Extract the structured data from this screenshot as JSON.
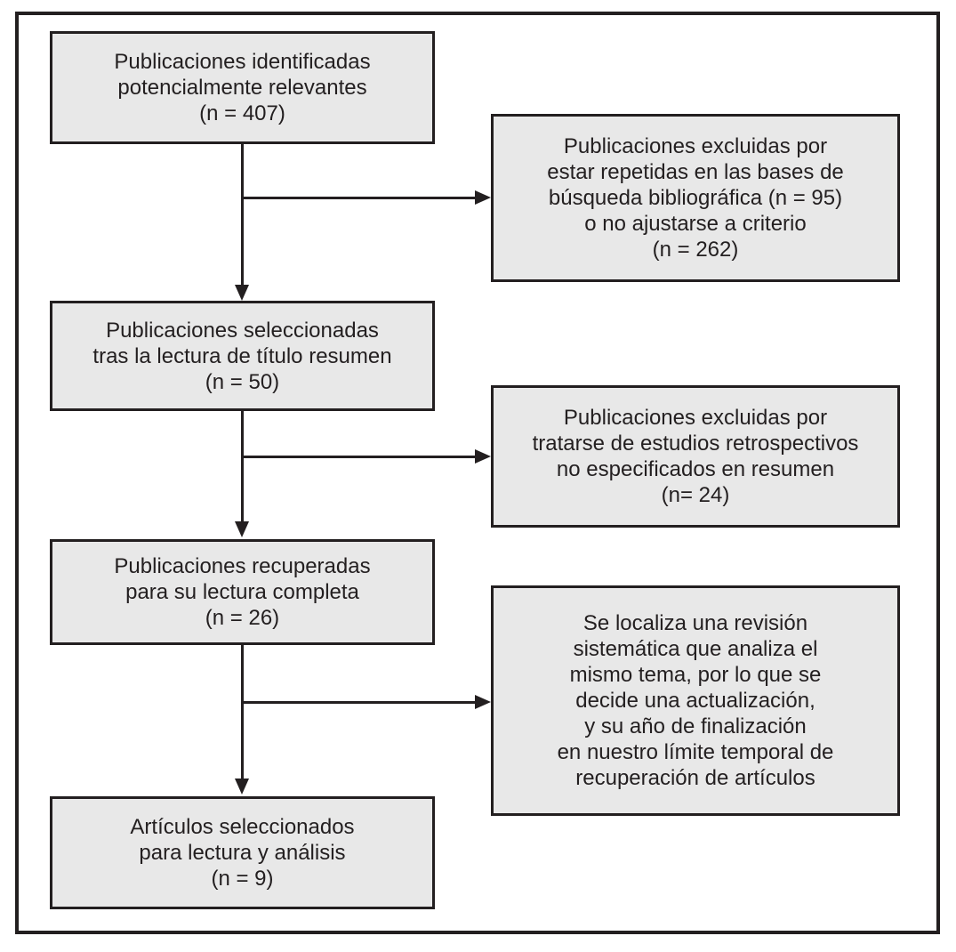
{
  "figure": {
    "type": "flow-diagram",
    "language": "es",
    "colors": {
      "background": "#ffffff",
      "box_fill": "#e8e8e8",
      "box_border": "#231f20",
      "line": "#231f20",
      "text": "#231f20"
    }
  },
  "boxes": {
    "identified": "Publicaciones identificadas\npotencialmente relevantes\n(n = 407)",
    "excluded_duplicates": "Publicaciones excluidas por\nestar repetidas en las bases de\nbúsqueda bibliográfica (n = 95)\no no ajustarse a criterio\n(n = 262)",
    "selected_title_abstract": "Publicaciones seleccionadas\ntras la lectura de título resumen\n(n = 50)",
    "excluded_retrospective": "Publicaciones excluidas por\ntratarse de estudios retrospectivos\nno especificados en resumen\n(n= 24)",
    "retrieved_fulltext": "Publicaciones recuperadas\npara su lectura completa\n(n = 26)",
    "systematic_review_note": "Se localiza una revisión\nsistemática que analiza el\nmismo tema, por lo que se\ndecide una actualización,\ny su año de finalización\nen nuestro límite temporal de\nrecuperación de artículos",
    "final_selected": "Artículos seleccionados\npara lectura y análisis\n(n = 9)"
  }
}
